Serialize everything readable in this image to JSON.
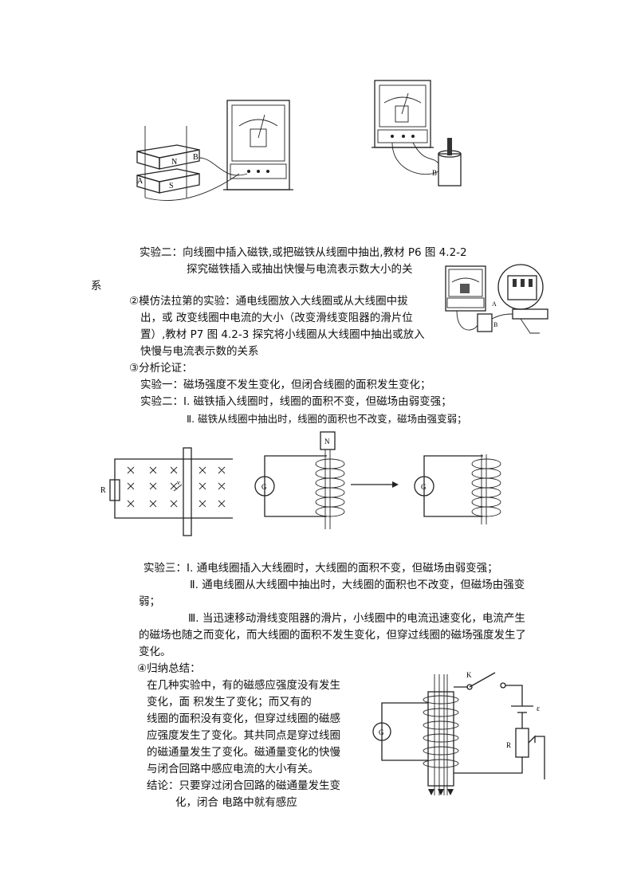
{
  "exp2_title": "实验二：向线圈中插入磁铁,或把磁铁从线圈中抽出,教材 P6 图 4.2-2",
  "exp2_line2": "探究磁铁插入或抽出快慢与电流表示数大小的关",
  "exp2_line3": "系",
  "p2_line1": "②模仿法拉第的实验：通电线圈放入大线圈或从大线圈中拔",
  "p2_line2": "出，或 改变线圈中电流的大小（改变滑线变阻器的滑片位",
  "p2_line3": "置）,教材 P7 图 4.2-3 探究将小线圈从大线圈中抽出或放入",
  "p2_line4": "快慢与电流表示数的关系",
  "p3_title": "③分析论证：",
  "p3_exp1": "实验一：磁场强度不发生变化，但闭合线圈的面积发生变化；",
  "p3_exp2a": "实验二：Ⅰ. 磁铁插入线圈时，线圈的面积不变，但磁场由弱变强；",
  "p3_exp2b": "Ⅱ. 磁铁从线圈中抽出时，线圈的面积也不改变，磁场由强变弱；",
  "exp3_a": "实验三：Ⅰ. 通电线圈插入大线圈时，大线圈的面积不变，但磁场由弱变强；",
  "exp3_b": "Ⅱ. 通电线圈从大线圈中抽出时，大线圈的面积也不改变，但磁场由强变",
  "exp3_b2": "弱；",
  "exp3_c": "Ⅲ. 当迅速移动滑线变阻器的滑片，小线圈中的电流迅速变化，电流产生",
  "exp3_c2": "的磁场也随之而变化，而大线圈的面积不发生变化，但穿过线圈的磁场强度发生了",
  "exp3_c3": "变化。",
  "p4_title": "④归纳总结：",
  "p4_l1": "在几种实验中，有的磁感应强度没有发生",
  "p4_l2": "变化，面          积发生了变化；而又有的",
  "p4_l3": "线圈的面积没有变化，但穿过线圈的磁感",
  "p4_l4": "应强度发生了变化。其共同点是穿过线圈",
  "p4_l5": "的磁通量发生了变化。磁通量变化的快慢",
  "p4_l6": "与闭合回路中感应电流的大小有关。",
  "p4_l7": "结论：只要穿过闭合回路的磁通量发生变",
  "p4_l8": "化，闭合              电路中就有感应",
  "fig_labels": {
    "N": "N",
    "S": "S",
    "A": "A",
    "B": "B",
    "R": "R",
    "G": "G",
    "K": "K",
    "E": "ε",
    "v": "v"
  }
}
